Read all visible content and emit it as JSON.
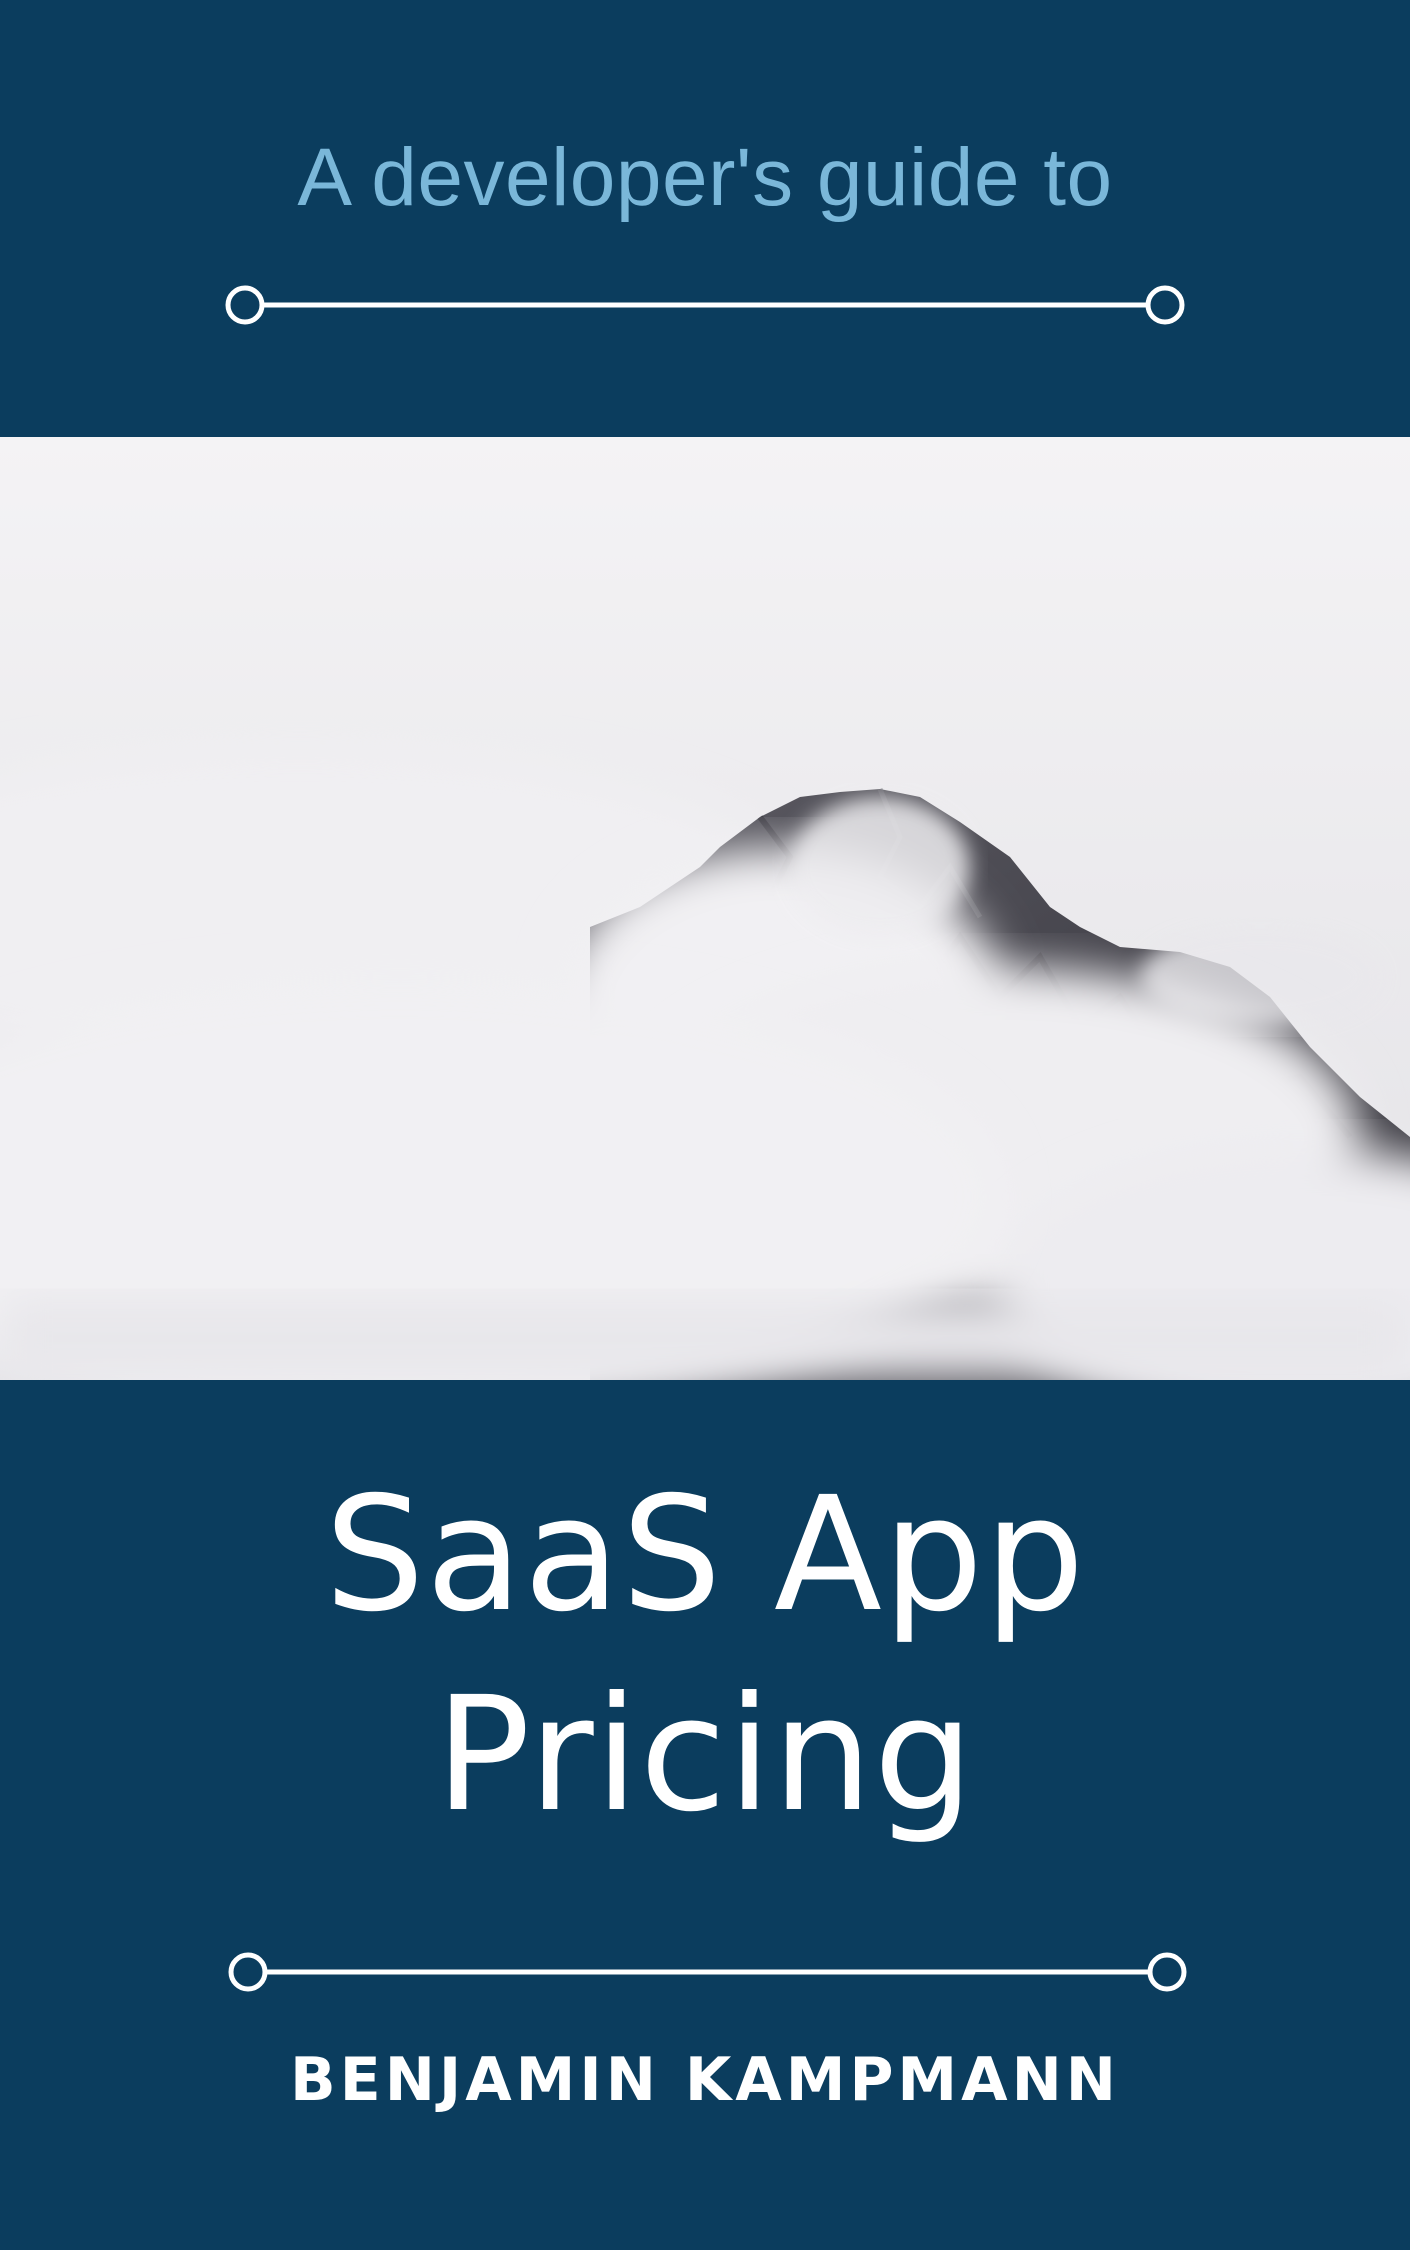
{
  "cover": {
    "subtitle": "A developer's guide to",
    "title_line1": "SaaS App",
    "title_line2": "Pricing",
    "author": "BENJAMIN KAMPMANN"
  },
  "image": {
    "subject": "mountain-peak-in-clouds"
  },
  "colors": {
    "band": "#0b3d5e",
    "subtitle": "#7ab7d9",
    "title": "#ffffff",
    "rule": "#ffffff"
  }
}
